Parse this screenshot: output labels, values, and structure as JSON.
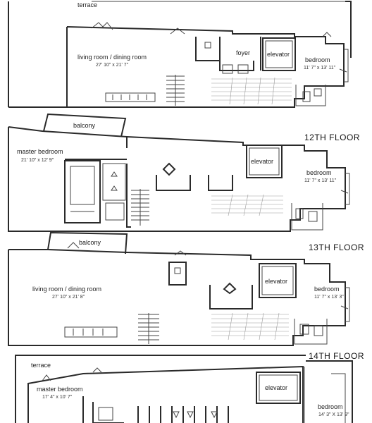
{
  "floors": [
    {
      "title": "",
      "rooms": [
        {
          "name": "terrace",
          "dims": ""
        },
        {
          "name": "living room / dining room",
          "dims": "27' 10\" x 21' 7\""
        },
        {
          "name": "foyer",
          "dims": ""
        },
        {
          "name": "elevator",
          "dims": ""
        },
        {
          "name": "bedroom",
          "dims": "11' 7\" x 13' 11\""
        }
      ]
    },
    {
      "title": "12TH FLOOR",
      "rooms": [
        {
          "name": "balcony",
          "dims": ""
        },
        {
          "name": "master bedroom",
          "dims": "21' 10\" x 12' 9\""
        },
        {
          "name": "elevator",
          "dims": ""
        },
        {
          "name": "bedroom",
          "dims": "11' 7\" x 13' 11\""
        }
      ]
    },
    {
      "title": "13TH FLOOR",
      "rooms": [
        {
          "name": "balcony",
          "dims": ""
        },
        {
          "name": "living room / dining room",
          "dims": "27' 10\" x 21' 8\""
        },
        {
          "name": "elevator",
          "dims": ""
        },
        {
          "name": "bedroom",
          "dims": "11' 7\" x 13' 3\""
        }
      ]
    },
    {
      "title": "14TH FLOOR",
      "rooms": [
        {
          "name": "terrace",
          "dims": ""
        },
        {
          "name": "master bedroom",
          "dims": "17' 4\" x 10' 7\""
        },
        {
          "name": "elevator",
          "dims": ""
        },
        {
          "name": "bedroom",
          "dims": "14' 3\" X 13' 9\""
        }
      ]
    }
  ]
}
